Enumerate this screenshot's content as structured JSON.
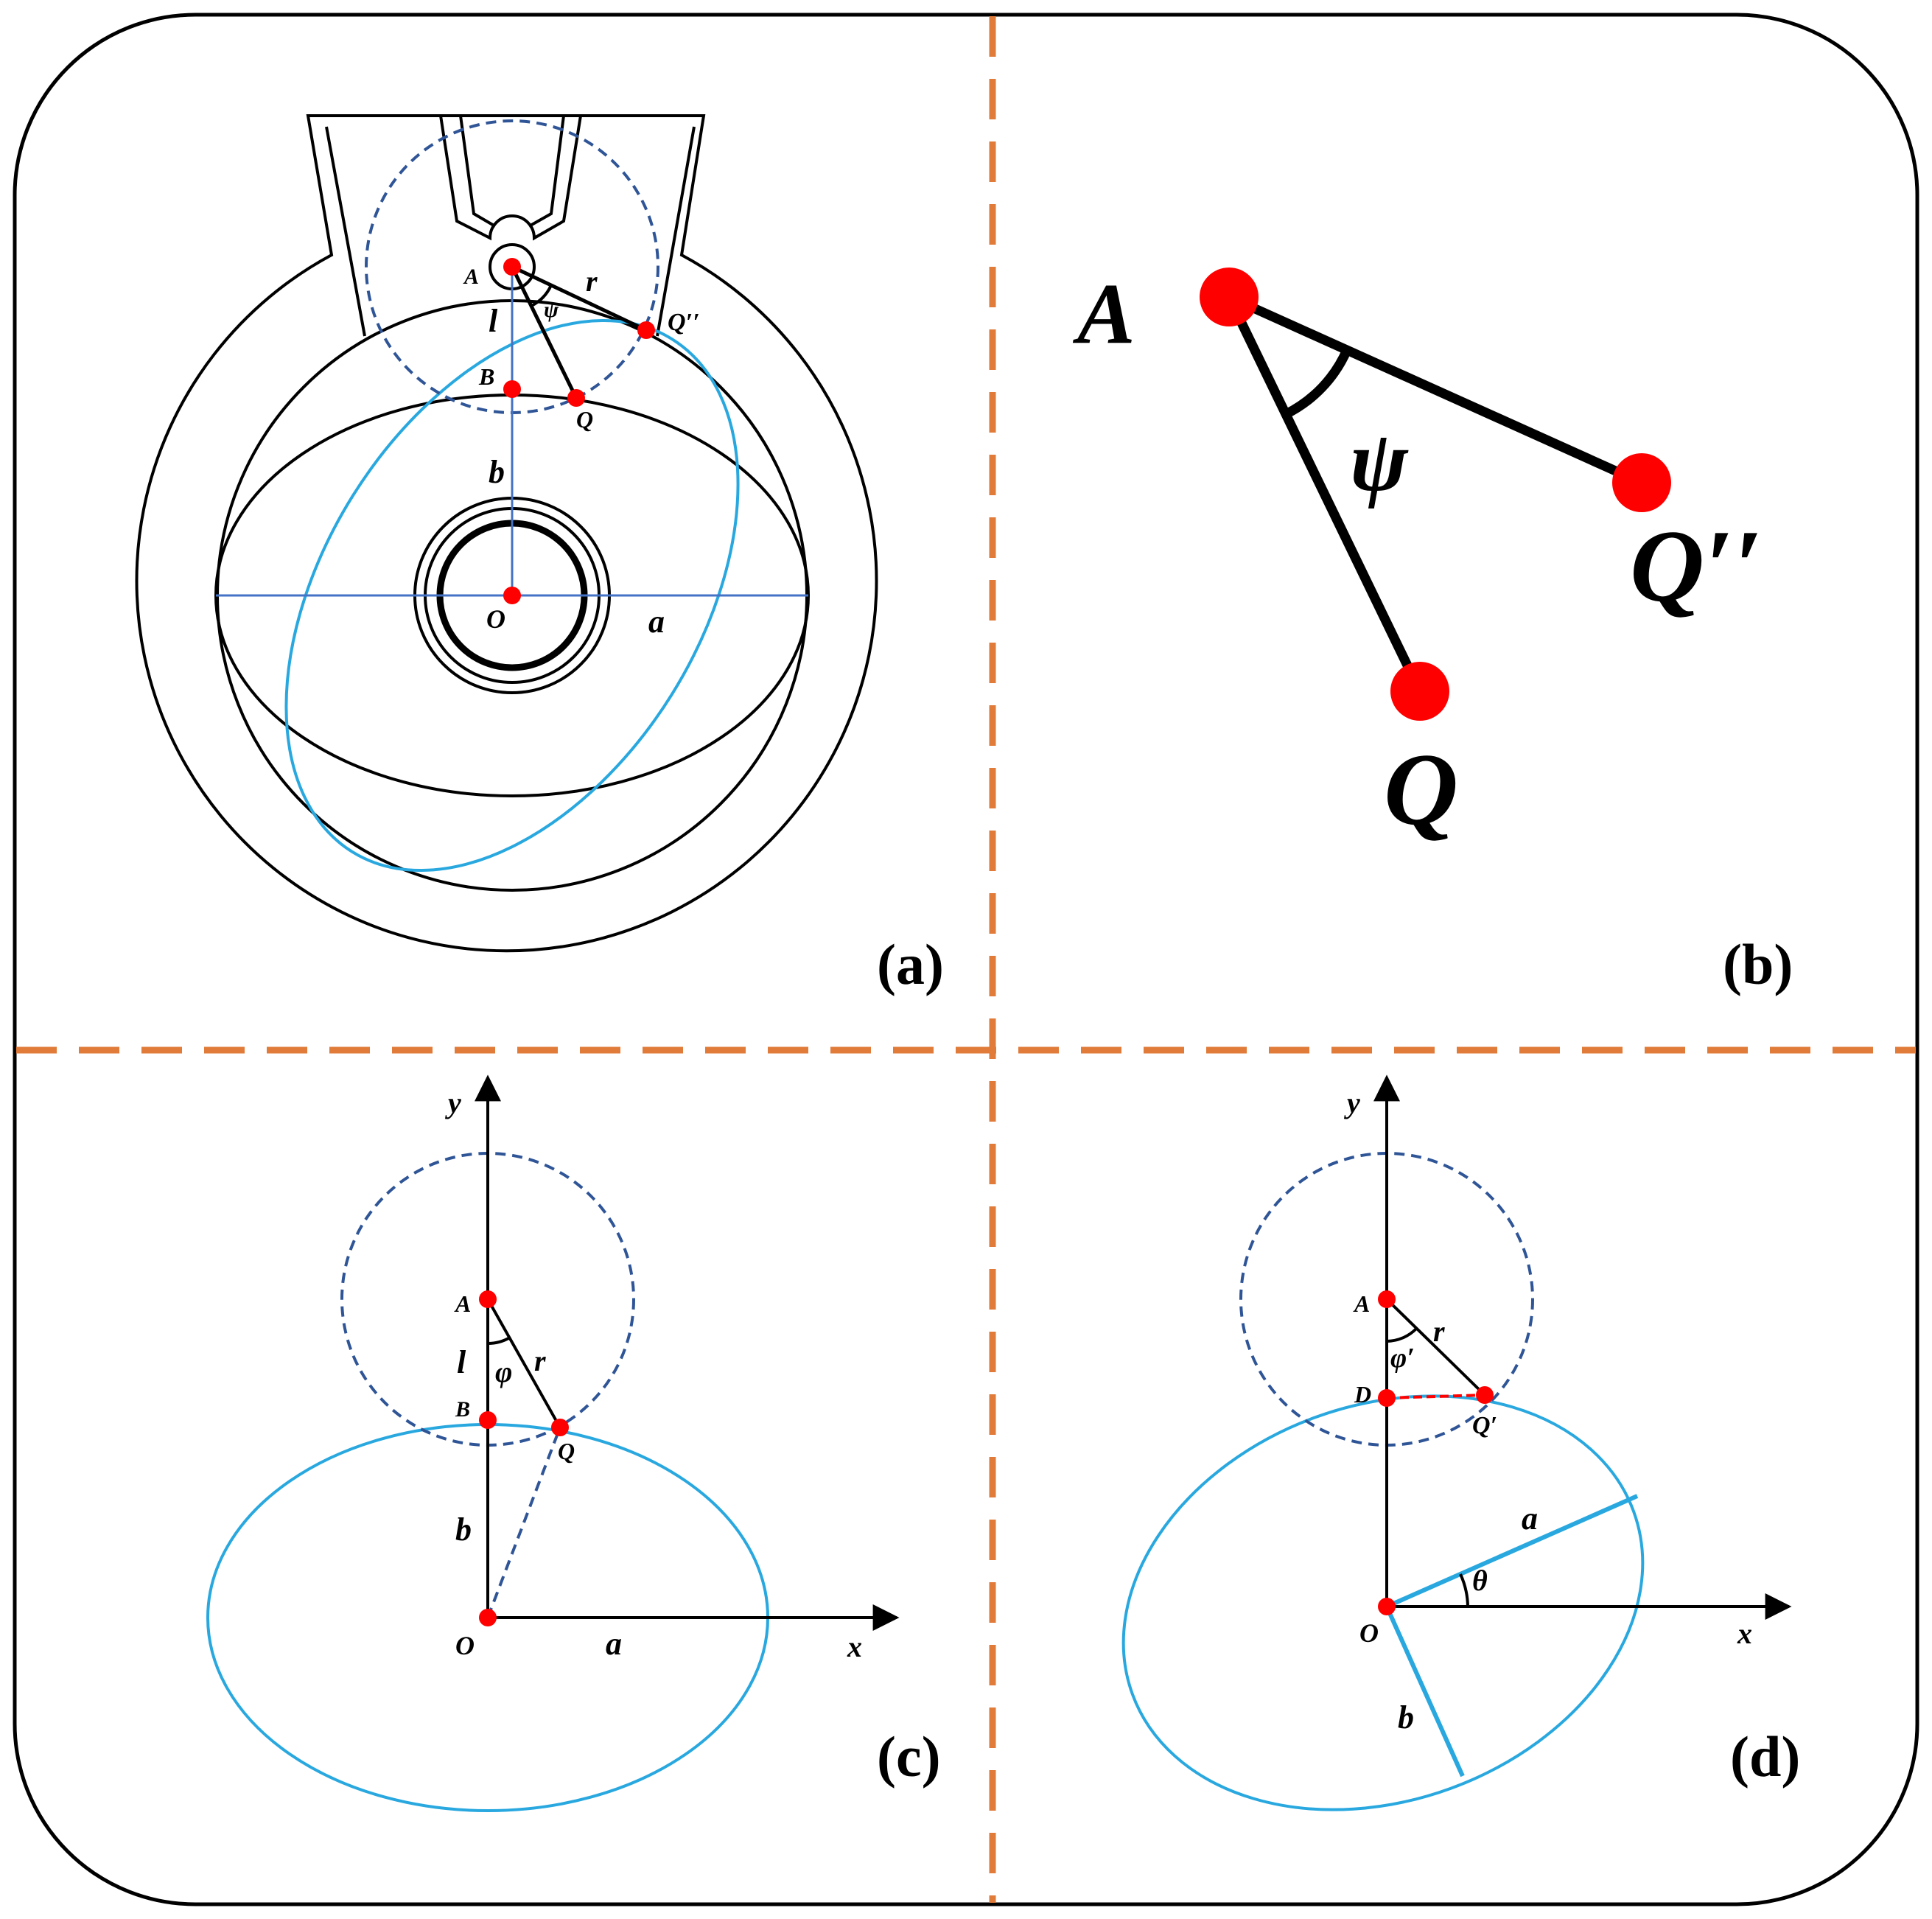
{
  "panels": {
    "a": {
      "tag": "(a)",
      "labels": {
        "A": "A",
        "B": "B",
        "Q": "Q",
        "Qpp": "Q′′",
        "O": "O",
        "l": "l",
        "r": "r",
        "psi": "ψ",
        "a": "a",
        "b": "b"
      }
    },
    "b": {
      "tag": "(b)",
      "labels": {
        "A": "A",
        "Q": "Q",
        "Qpp": "Q′′",
        "psi": "ψ"
      }
    },
    "c": {
      "tag": "(c)",
      "labels": {
        "A": "A",
        "B": "B",
        "Q": "Q",
        "O": "O",
        "l": "l",
        "r": "r",
        "phi": "φ",
        "a": "a",
        "b": "b",
        "x": "x",
        "y": "y"
      }
    },
    "d": {
      "tag": "(d)",
      "labels": {
        "A": "A",
        "D": "D",
        "Qp": "Q′",
        "O": "O",
        "r": "r",
        "phip": "φ′",
        "theta": "θ",
        "a": "a",
        "b": "b",
        "x": "x",
        "y": "y"
      }
    }
  },
  "colors": {
    "frame": "#000000",
    "divider": "#e07b39",
    "ellipse": "#29a8df",
    "dashed_circle": "#2f5597",
    "axis_blue": "#4472c4",
    "point": "#ff0000",
    "chord_red": "#ff0000"
  }
}
